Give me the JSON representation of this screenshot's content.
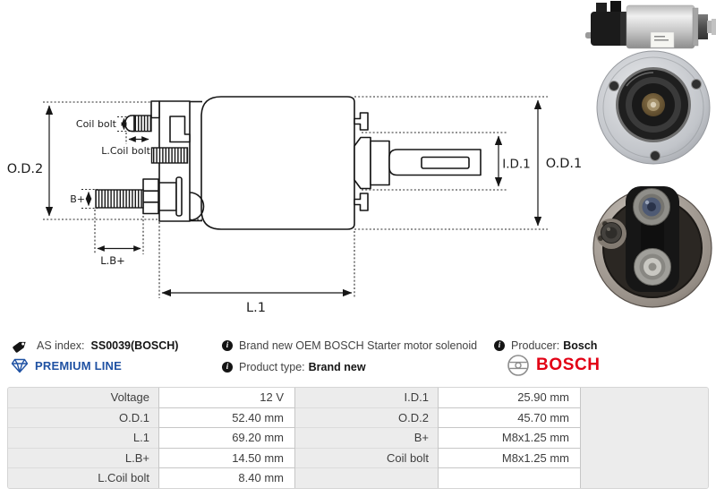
{
  "colors": {
    "background": "#ffffff",
    "line_art": "#161616",
    "bosch_red": "#e20015",
    "premium_blue": "#2052a3",
    "table_gray": "#ececec",
    "table_border": "#c6c6c6",
    "text_dark": "#141414",
    "text_gray": "#434343"
  },
  "diagram": {
    "labels": {
      "od2": "O.D.2",
      "coil_bolt": "Coil bolt",
      "l_coil_bolt": "L.Coil bolt",
      "b_plus": "B+",
      "l_b_plus": "L.B+",
      "l1": "L.1",
      "id1": "I.D.1",
      "od1": "O.D.1"
    }
  },
  "photos": {
    "side_view": "solenoid-side-photo",
    "front_view": "solenoid-front-flange-photo",
    "rear_view": "solenoid-rear-terminals-photo"
  },
  "info": {
    "as_index_label": "AS index:",
    "as_index_value": "SS0039(BOSCH)",
    "premium_line": "PREMIUM LINE",
    "description": "Brand new OEM BOSCH Starter motor solenoid",
    "product_type_label": "Product type:",
    "product_type_value": "Brand new",
    "producer_label": "Producer:",
    "producer_value": "Bosch",
    "brand_logo_text": "BOSCH",
    "info_icon_glyph": "i",
    "icons": [
      "tag-icon",
      "diamond-icon",
      "info-icon",
      "bosch-armature-icon"
    ]
  },
  "spec_table": {
    "rows": [
      {
        "l1": "Voltage",
        "v1": "12 V",
        "l2": "I.D.1",
        "v2": "25.90 mm"
      },
      {
        "l1": "O.D.1",
        "v1": "52.40 mm",
        "l2": "O.D.2",
        "v2": "45.70 mm"
      },
      {
        "l1": "L.1",
        "v1": "69.20 mm",
        "l2": "B+",
        "v2": "M8x1.25 mm"
      },
      {
        "l1": "L.B+",
        "v1": "14.50 mm",
        "l2": "Coil bolt",
        "v2": "M8x1.25 mm"
      },
      {
        "l1": "L.Coil bolt",
        "v1": "8.40 mm",
        "l2": "",
        "v2": ""
      }
    ]
  }
}
